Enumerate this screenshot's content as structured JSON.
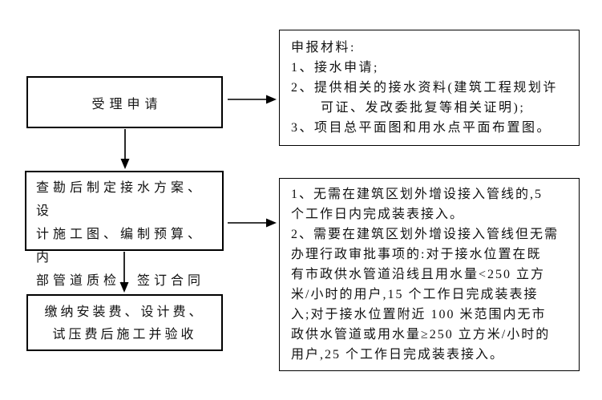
{
  "page": {
    "background_color": "#ffffff",
    "line_color": "#000000",
    "text_color": "#111111"
  },
  "flowchart": {
    "steps": {
      "accept": {
        "label": "受理申请"
      },
      "survey": {
        "lines": [
          "查勘后制定接水方案、设",
          "计施工图、编制预算、内",
          "部管道质检、签订合同"
        ]
      },
      "pay_construct": {
        "lines": [
          "缴纳安装费、设计费、",
          "试压费后施工并验收"
        ]
      }
    },
    "notes": {
      "materials": {
        "lines": [
          "申报材料:",
          "1、接水申请;",
          "2、提供相关的接水资料(建筑工程规划许",
          "　　可证、发改委批复等相关证明);",
          "3、项目总平面图和用水点平面布置图。"
        ]
      },
      "timelines": {
        "lines": [
          "1、无需在建筑区划外增设接入管线的,5",
          "个工作日内完成装表接入。",
          "2、需要在建筑区划外增设接入管线但无需",
          "办理行政审批事项的:对于接水位置在既",
          "有市政供水管道沿线且用水量<250 立方",
          "米/小时的用户,15 个工作日完成装表接",
          "入;对于接水位置附近 100 米范围内无市",
          "政供水管道或用水量≥250 立方米/小时的",
          "用户,25 个工作日完成装表接入。"
        ]
      }
    },
    "arrows": {
      "accept_to_materials": "right",
      "accept_to_survey": "down",
      "survey_to_timelines": "right",
      "survey_to_pay": "down"
    }
  }
}
